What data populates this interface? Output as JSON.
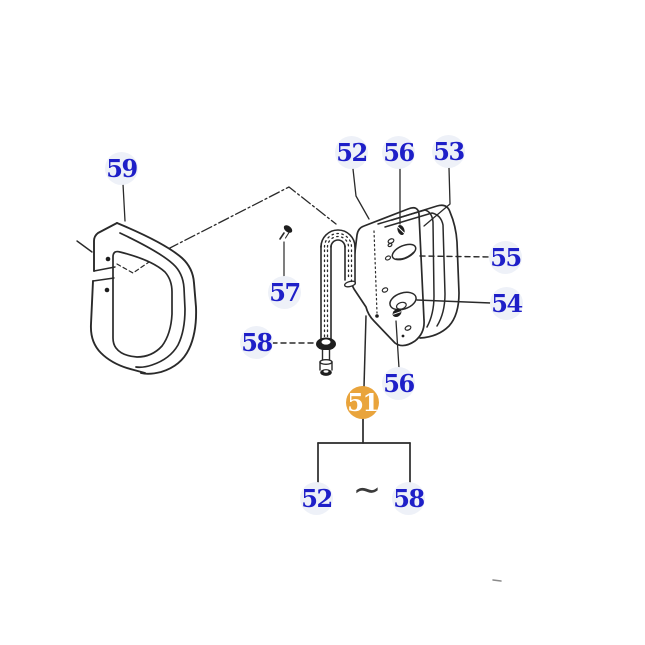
{
  "diagram": {
    "kind": "exploded-parts-diagram",
    "colors": {
      "line": "#2a2a2a",
      "callout_text": "#1e1fc8",
      "callout_fill": "#eef1f8",
      "highlight_fill": "#e9a43c",
      "highlight_text": "#ffffff",
      "background": "#ffffff"
    },
    "callouts": [
      {
        "ref": "59",
        "highlighted": false
      },
      {
        "ref": "52",
        "highlighted": false
      },
      {
        "ref": "56",
        "highlighted": false
      },
      {
        "ref": "53",
        "highlighted": false
      },
      {
        "ref": "55",
        "highlighted": false
      },
      {
        "ref": "54",
        "highlighted": false
      },
      {
        "ref": "57",
        "highlighted": false
      },
      {
        "ref": "58",
        "highlighted": false
      },
      {
        "ref": "56",
        "highlighted": false
      },
      {
        "ref": "51",
        "highlighted": true
      },
      {
        "ref": "52",
        "highlighted": false
      },
      {
        "ref": "58",
        "highlighted": false
      }
    ],
    "range_note": {
      "from": "52",
      "separator": "∼",
      "to": "58"
    }
  }
}
